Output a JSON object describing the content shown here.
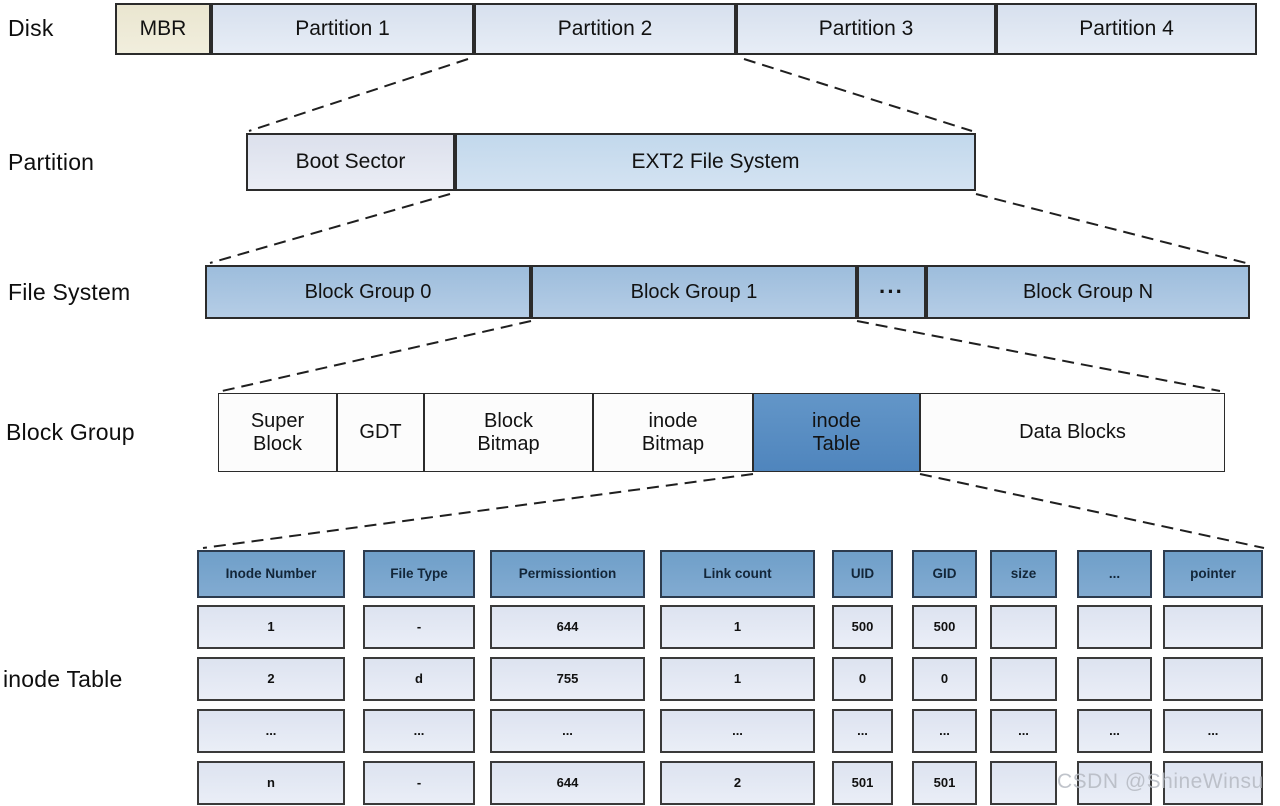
{
  "levels": {
    "disk": {
      "label": "Disk",
      "cells": [
        "MBR",
        "Partition 1",
        "Partition 2",
        "Partition 3",
        "Partition 4"
      ]
    },
    "partition": {
      "label": "Partition",
      "cells": [
        "Boot Sector",
        "EXT2 File System"
      ]
    },
    "file_system": {
      "label": "File System",
      "cells": [
        "Block Group 0",
        "Block Group 1",
        "···",
        "Block Group N"
      ]
    },
    "block_group": {
      "label": "Block Group",
      "cells": [
        "Super\nBlock",
        "GDT",
        "Block\nBitmap",
        "inode\nBitmap",
        "inode\nTable",
        "Data Blocks"
      ]
    },
    "inode_table": {
      "label": "inode Table"
    }
  },
  "inode_table": {
    "headers": [
      "Inode Number",
      "File Type",
      "Permissiontion",
      "Link count",
      "UID",
      "GID",
      "size",
      "...",
      "pointer"
    ],
    "rows": [
      [
        "1",
        "-",
        "644",
        "1",
        "500",
        "500",
        "",
        "",
        ""
      ],
      [
        "2",
        "d",
        "755",
        "1",
        "0",
        "0",
        "",
        "",
        ""
      ],
      [
        "...",
        "...",
        "...",
        "...",
        "...",
        "...",
        "...",
        "...",
        "..."
      ],
      [
        "n",
        "-",
        "644",
        "2",
        "501",
        "501",
        "",
        "",
        ""
      ]
    ]
  },
  "watermark": "CSDN @ShineWinsu",
  "colors": {
    "mbr": "#ece8d4",
    "partition_cell": "#dde5f1",
    "boot_sector": "#e0e4ef",
    "ext2": "#c9dcee",
    "block_group_cell": "#a6c3e0",
    "plain_cell": "#fcfcfc",
    "inode_table_highlight": "#5b8fc5",
    "table_header": "#76a3cc",
    "table_cell": "#e2e7f3",
    "border": "#2e2e2e"
  }
}
